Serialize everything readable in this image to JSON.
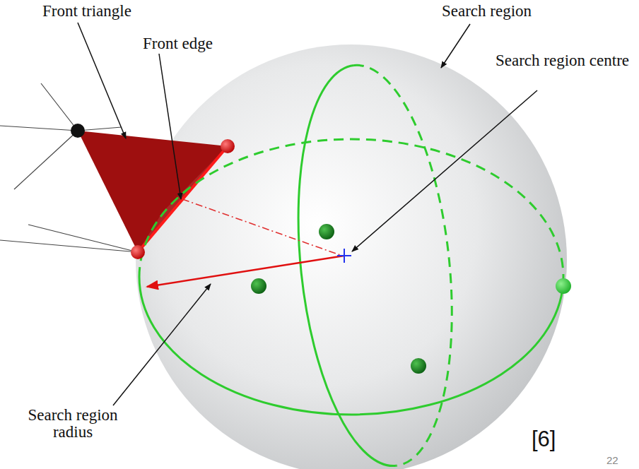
{
  "diagram": {
    "labels": [
      "Front triangle",
      "Front edge",
      "Search region",
      "Search region centre",
      "Search region radius",
      "[6]",
      "22"
    ]
  }
}
